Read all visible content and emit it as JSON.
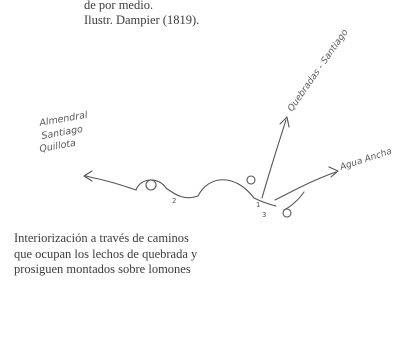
{
  "top_caption": {
    "line1": "de por medio.",
    "line2": "Ilustr. Dampier (1819)."
  },
  "sketch": {
    "stroke_color": "#555555",
    "labels": {
      "left": [
        "Almendral",
        "Santiago",
        "Quillota"
      ],
      "upper_right": "Quebradas - Santiago",
      "right": "Agua Ancha",
      "num1": "1",
      "num2": "2",
      "num3": "3"
    }
  },
  "bottom_caption": {
    "line1": "Interiorización a través de caminos",
    "line2": "que ocupan los lechos de quebrada y",
    "line3": "prosiguen montados sobre lomones"
  }
}
